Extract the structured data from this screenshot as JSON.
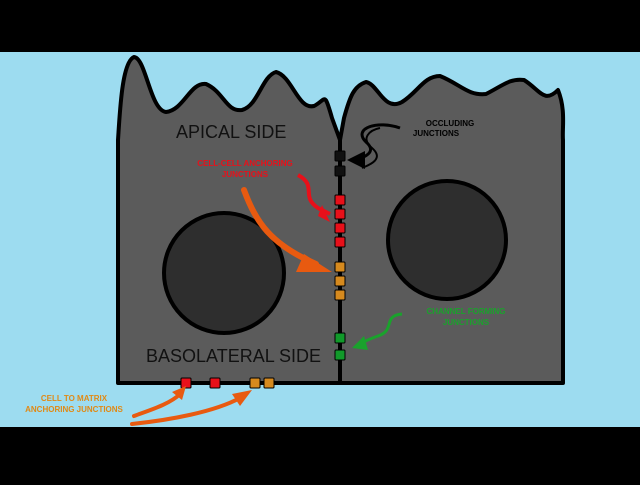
{
  "labels": {
    "apical": "APICAL SIDE",
    "basolateral": "BASOLATERAL SIDE",
    "occluding_line1": "OCCLUDING",
    "occluding_line2": "JUNCTIONS",
    "anchoring_line1": "CELL-CELL ANCHORING",
    "anchoring_line2": "JUNCTIONS",
    "channel_line1": "CHANNEL FORMING",
    "channel_line2": "JUNCTIONS",
    "matrix_line1": "CELL TO MATRIX",
    "matrix_line2": "ANCHORING JUNCTIONS"
  },
  "colors": {
    "background": "#9ddcf0",
    "letterbox": "#000000",
    "cell": "#5b5b5b",
    "nucleus": "#2e2e2e",
    "occluding": "#111111",
    "anchoring": "#e8101a",
    "adherens": "#d68a1e",
    "channel": "#119a2a",
    "arrow_orange": "#e85a10",
    "matrix_label": "#e08a16",
    "channel_label": "#1aa22c"
  }
}
